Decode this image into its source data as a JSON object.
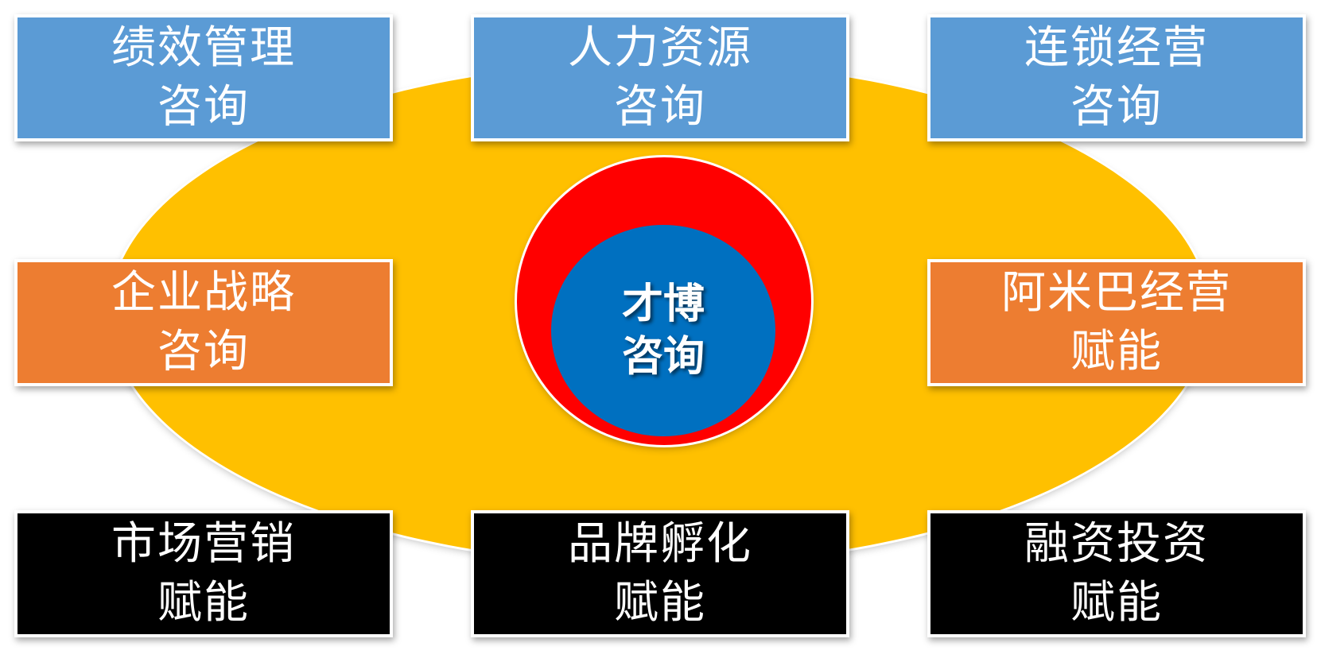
{
  "center": {
    "line1": "才博",
    "line2": "咨询",
    "ring_color": "#ff0000",
    "core_color": "#0070c0"
  },
  "background_ellipse_color": "#ffc000",
  "box_colors": {
    "blue": "#5b9bd5",
    "orange": "#ed7d31",
    "black": "#000000"
  },
  "boxes": {
    "performance": {
      "line1": "绩效管理",
      "line2": "咨询"
    },
    "hr": {
      "line1": "人力资源",
      "line2": "咨询"
    },
    "chain": {
      "line1": "连锁经营",
      "line2": "咨询"
    },
    "strategy": {
      "line1": "企业战略",
      "line2": "咨询"
    },
    "amoeba": {
      "line1": "阿米巴经营",
      "line2": "赋能"
    },
    "marketing": {
      "line1": "市场营销",
      "line2": "赋能"
    },
    "brand": {
      "line1": "品牌孵化",
      "line2": "赋能"
    },
    "financing": {
      "line1": "融资投资",
      "line2": "赋能"
    }
  }
}
